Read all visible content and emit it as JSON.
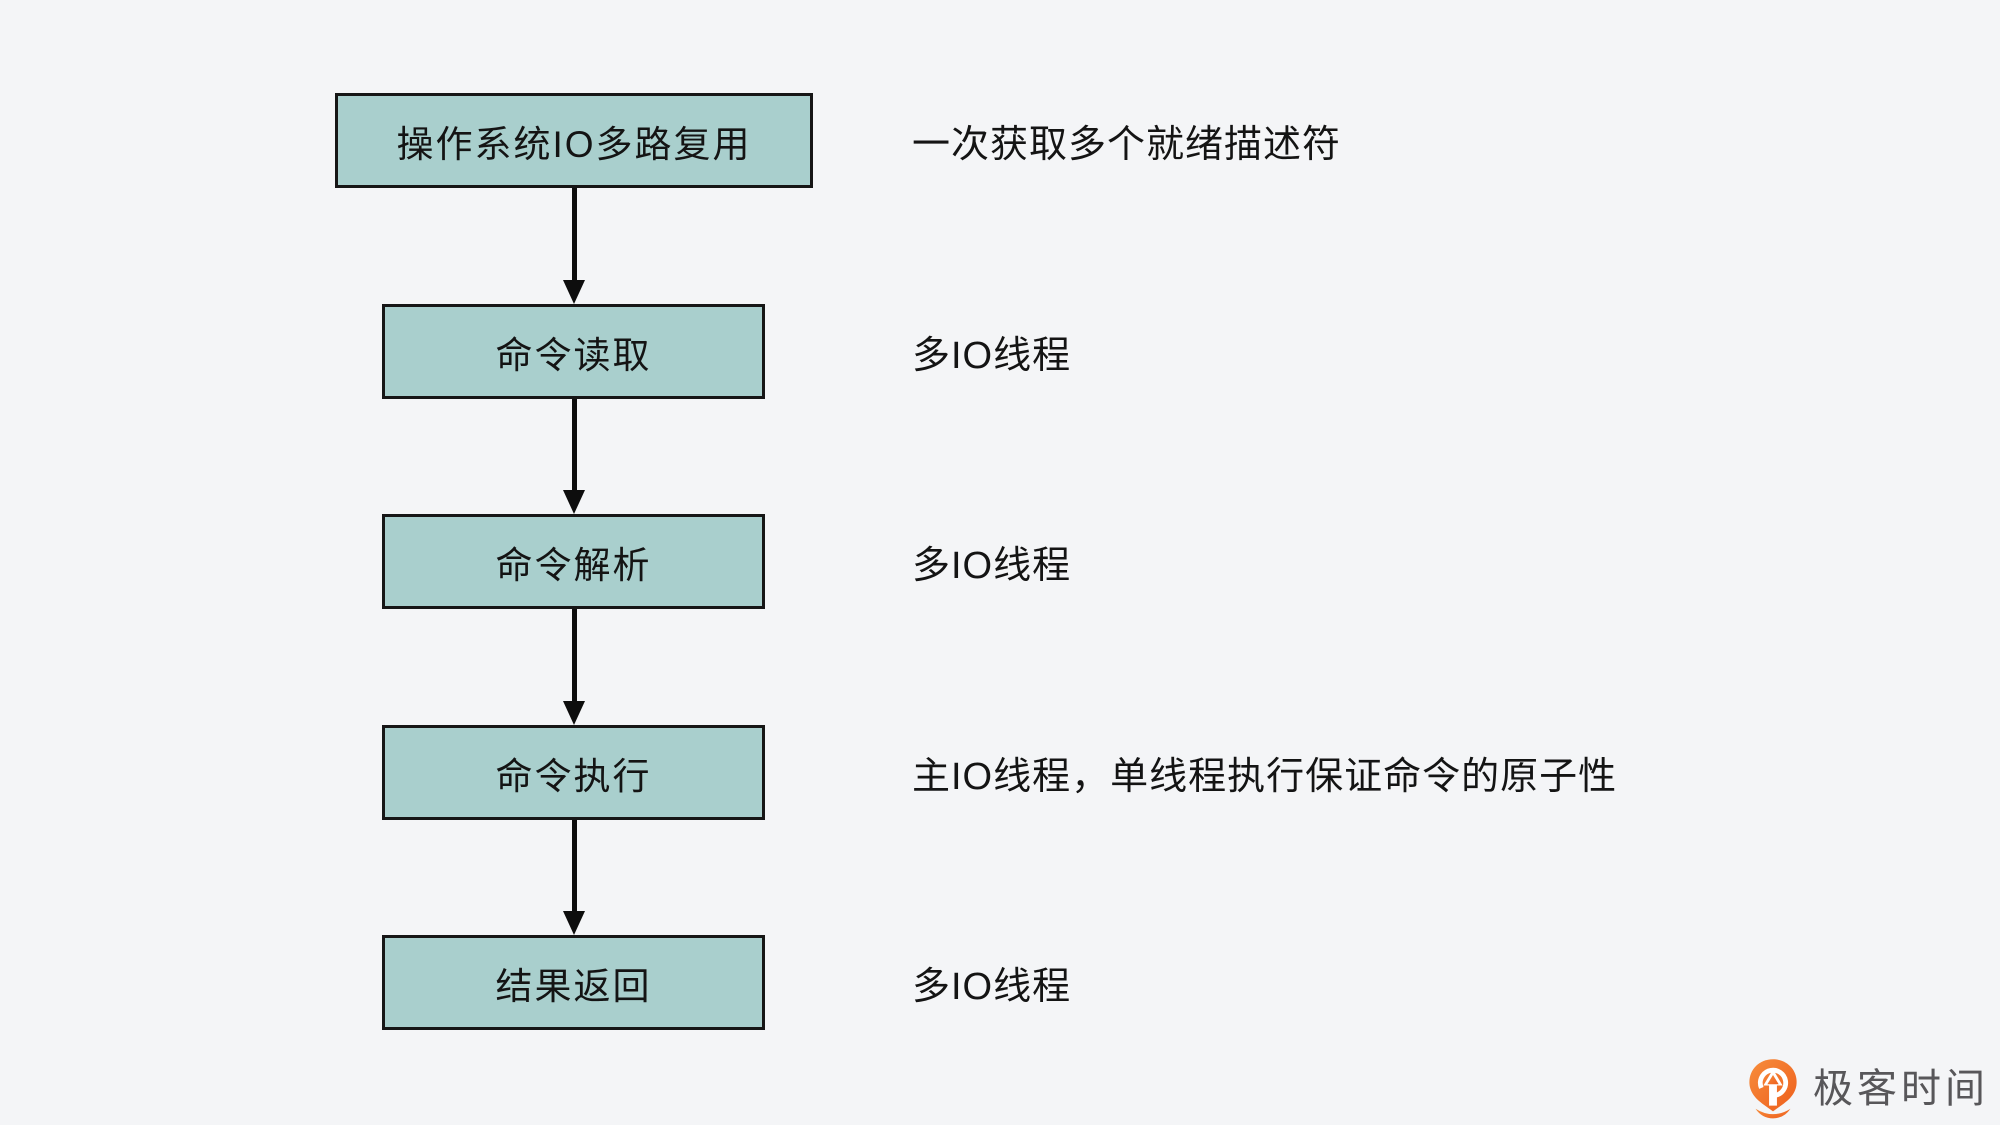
{
  "flowchart": {
    "title_implicit": "",
    "box_fill_color": "#a9cfcd",
    "box_border_color": "#161616",
    "arrow_color": "#0d0d0d",
    "background_color": "#f4f5f7",
    "nodes": [
      {
        "label": "操作系统IO多路复用",
        "annotation": "一次获取多个就绪描述符"
      },
      {
        "label": "命令读取",
        "annotation": "多IO线程"
      },
      {
        "label": "命令解析",
        "annotation": "多IO线程"
      },
      {
        "label": "命令执行",
        "annotation": "主IO线程，单线程执行保证命令的原子性"
      },
      {
        "label": "结果返回",
        "annotation": "多IO线程"
      }
    ],
    "edges": [
      {
        "from": "操作系统IO多路复用",
        "to": "命令读取"
      },
      {
        "from": "命令读取",
        "to": "命令解析"
      },
      {
        "from": "命令解析",
        "to": "命令执行"
      },
      {
        "from": "命令执行",
        "to": "结果返回"
      }
    ]
  },
  "branding": {
    "logo_text": "极客时间",
    "logo_accent_color": "#f2701f",
    "logo_text_color": "#58575a"
  }
}
